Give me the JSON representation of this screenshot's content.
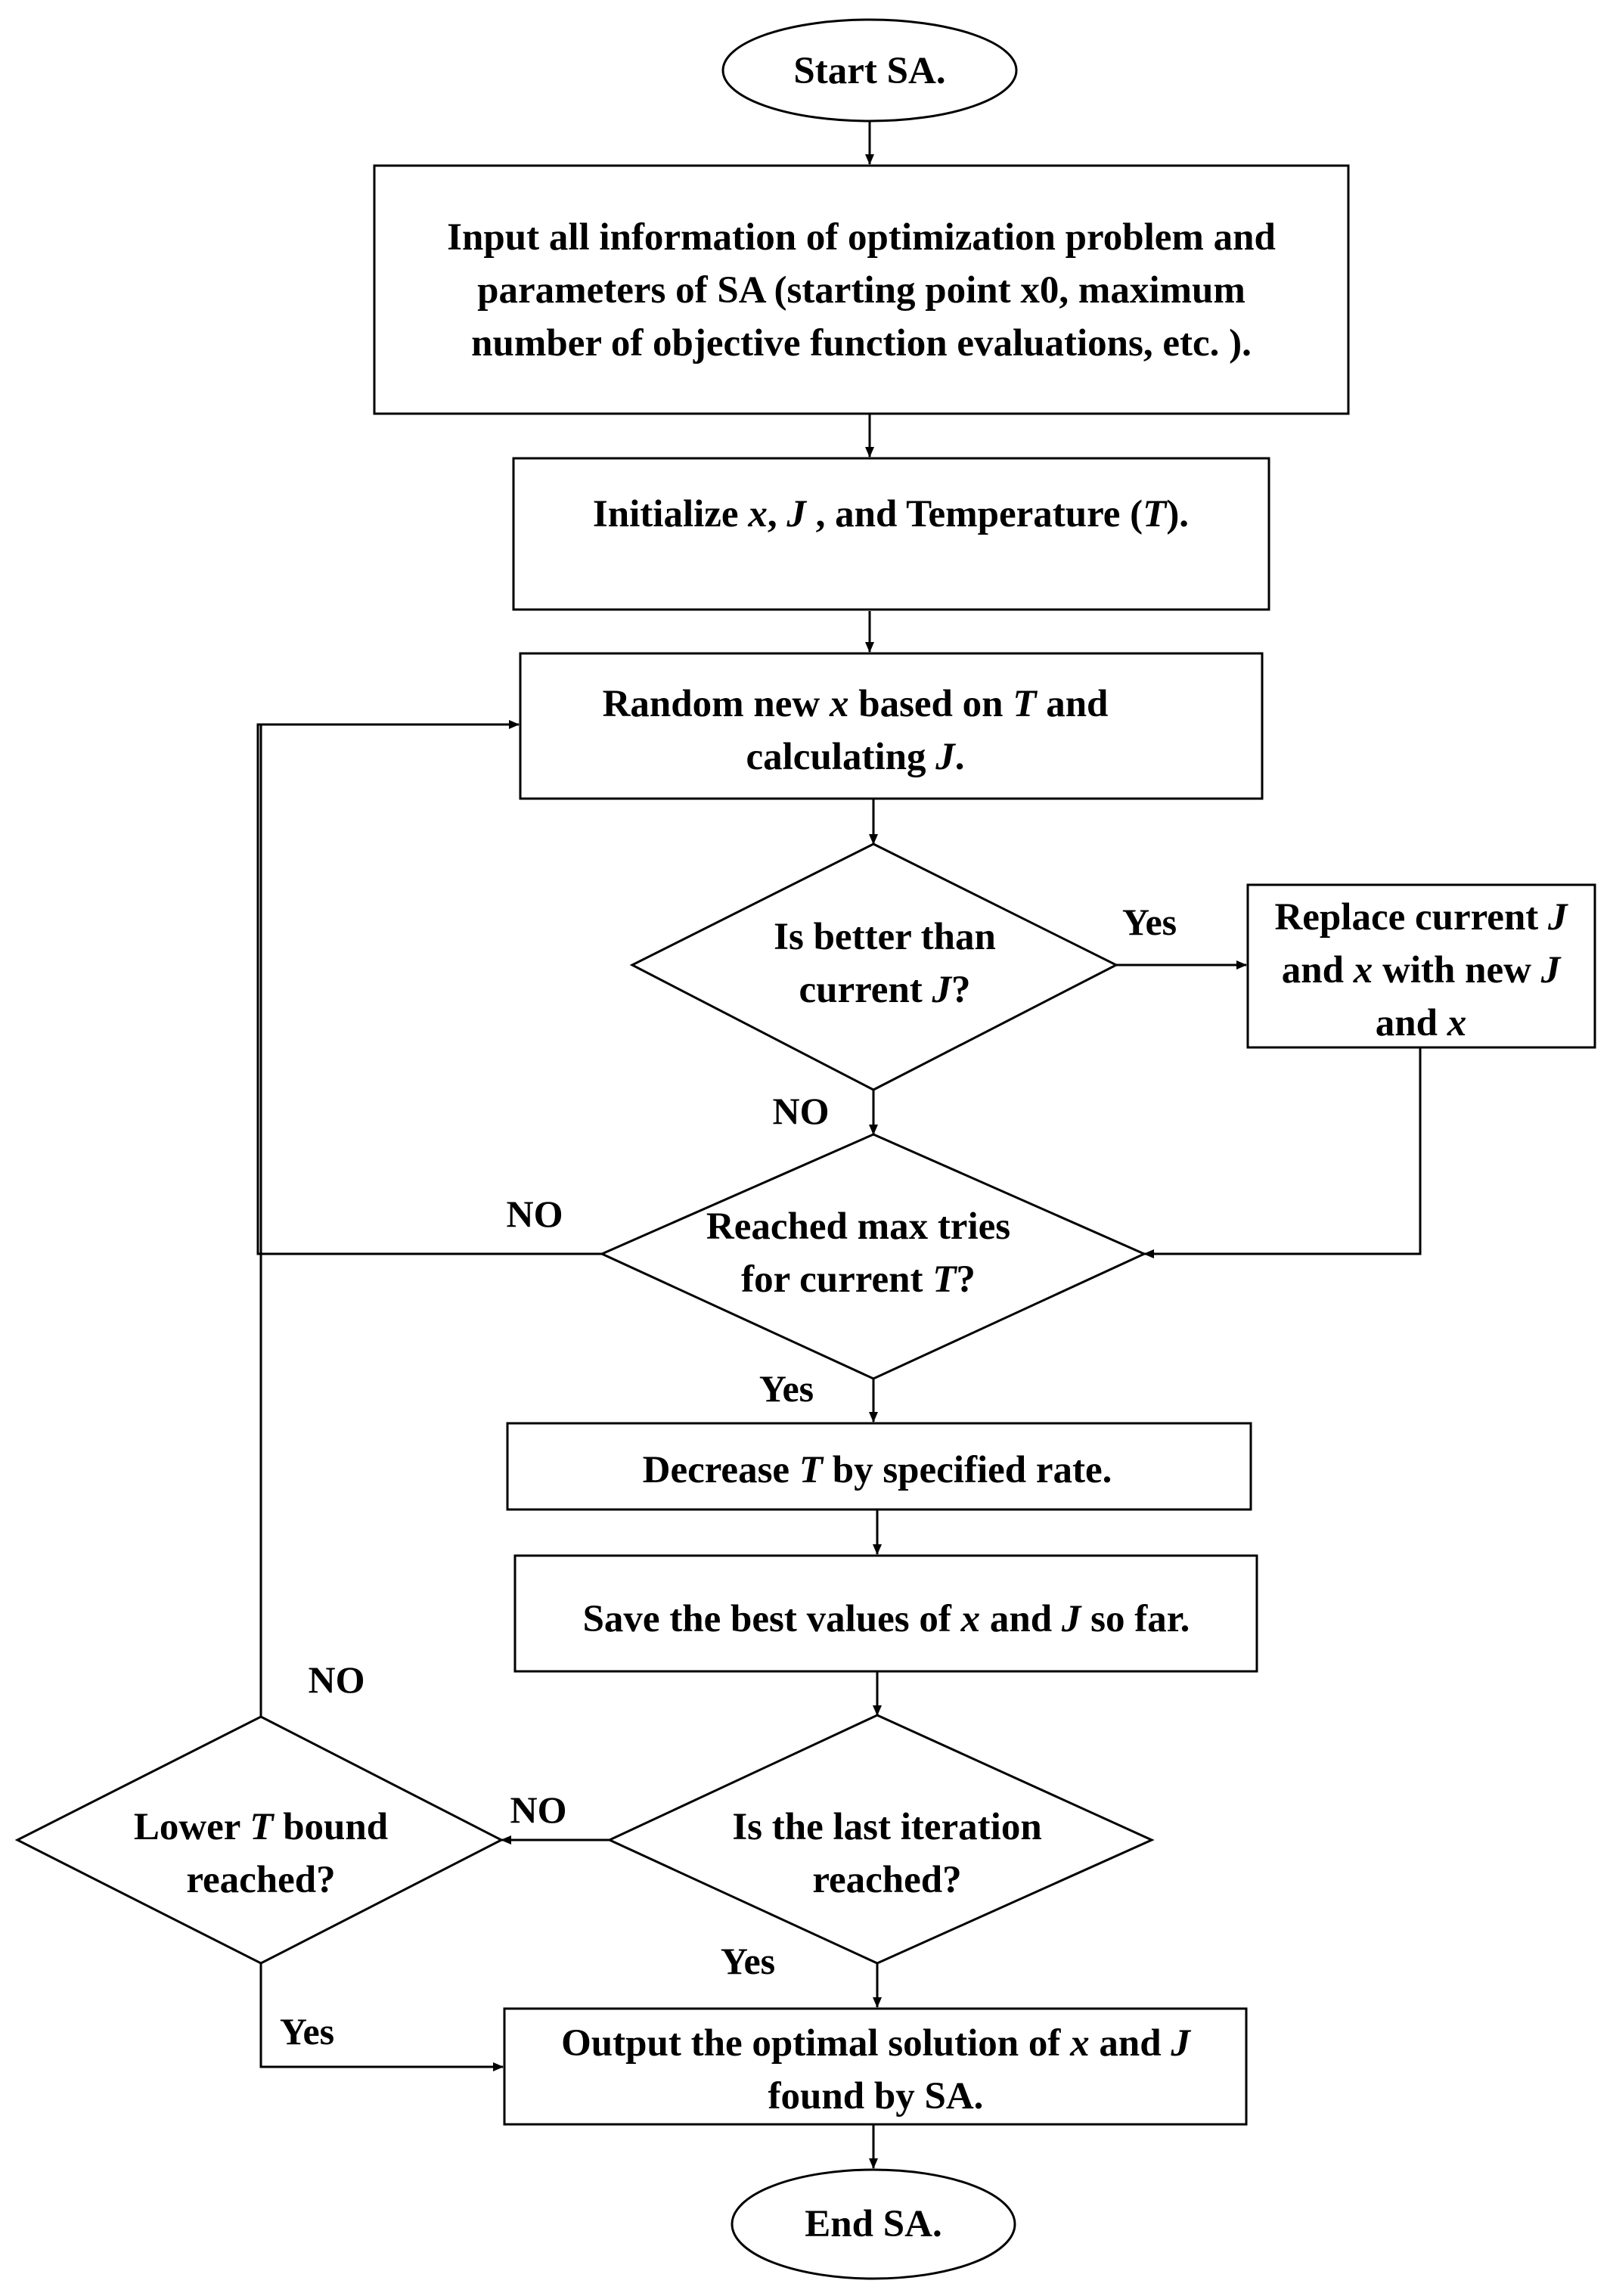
{
  "nodes": {
    "start": {
      "lines": [
        [
          {
            "t": "Start SA."
          }
        ]
      ]
    },
    "input": {
      "lines": [
        [
          {
            "t": "Input all information of optimization problem and"
          }
        ],
        [
          {
            "t": "parameters of SA (starting point x0, maximum"
          }
        ],
        [
          {
            "t": "number of objective function evaluations, etc. )."
          }
        ]
      ]
    },
    "init": {
      "lines": [
        [
          {
            "t": "Initialize  "
          },
          {
            "t": "x",
            "i": true
          },
          {
            "t": ", "
          },
          {
            "t": "J",
            "i": true
          },
          {
            "t": " , and Temperature ("
          },
          {
            "t": "T",
            "i": true
          },
          {
            "t": ")."
          }
        ]
      ]
    },
    "random": {
      "lines": [
        [
          {
            "t": "Random new "
          },
          {
            "t": "x",
            "i": true
          },
          {
            "t": " based on "
          },
          {
            "t": "T",
            "i": true
          },
          {
            "t": " and"
          }
        ],
        [
          {
            "t": "calculating "
          },
          {
            "t": "J",
            "i": true
          },
          {
            "t": "."
          }
        ]
      ]
    },
    "better": {
      "lines": [
        [
          {
            "t": "Is better than"
          }
        ],
        [
          {
            "t": "current "
          },
          {
            "t": "J",
            "i": true
          },
          {
            "t": "?"
          }
        ]
      ]
    },
    "replace": {
      "lines": [
        [
          {
            "t": "Replace current "
          },
          {
            "t": "J",
            "i": true
          }
        ],
        [
          {
            "t": "and "
          },
          {
            "t": "x",
            "i": true
          },
          {
            "t": " with new "
          },
          {
            "t": "J",
            "i": true
          }
        ],
        [
          {
            "t": "and "
          },
          {
            "t": "x",
            "i": true
          }
        ]
      ]
    },
    "maxtries": {
      "lines": [
        [
          {
            "t": "Reached max tries"
          }
        ],
        [
          {
            "t": "for current "
          },
          {
            "t": "T",
            "i": true
          },
          {
            "t": "?"
          }
        ]
      ]
    },
    "decrease": {
      "lines": [
        [
          {
            "t": "Decrease "
          },
          {
            "t": "T",
            "i": true
          },
          {
            "t": " by specified rate."
          }
        ]
      ]
    },
    "save": {
      "lines": [
        [
          {
            "t": "Save the best values of  "
          },
          {
            "t": "x",
            "i": true
          },
          {
            "t": " and "
          },
          {
            "t": "J",
            "i": true
          },
          {
            "t": " so far."
          }
        ]
      ]
    },
    "last": {
      "lines": [
        [
          {
            "t": "Is the last iteration"
          }
        ],
        [
          {
            "t": "reached?"
          }
        ]
      ]
    },
    "lower": {
      "lines": [
        [
          {
            "t": "Lower "
          },
          {
            "t": "T",
            "i": true
          },
          {
            "t": " bound"
          }
        ],
        [
          {
            "t": "reached?"
          }
        ]
      ]
    },
    "output": {
      "lines": [
        [
          {
            "t": "Output the optimal solution of "
          },
          {
            "t": "x",
            "i": true
          },
          {
            "t": " and "
          },
          {
            "t": "J",
            "i": true
          }
        ],
        [
          {
            "t": "found by SA."
          }
        ]
      ]
    },
    "end": {
      "lines": [
        [
          {
            "t": "End SA."
          }
        ]
      ]
    }
  },
  "edge_labels": {
    "better_yes": "Yes",
    "better_no": "NO",
    "maxtries_no": "NO",
    "maxtries_yes": "Yes",
    "last_no": "NO",
    "last_yes": "Yes",
    "lower_no": "NO",
    "lower_yes": "Yes"
  }
}
